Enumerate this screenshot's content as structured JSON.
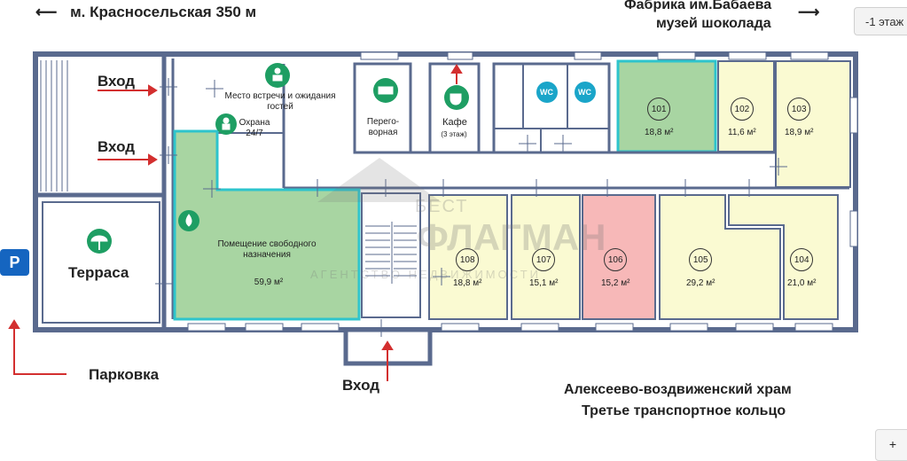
{
  "directions": {
    "top_left": "м. Красносельская 350 м",
    "top_right_line1": "Фабрика им.Бабаева",
    "top_right_line2": "музей шоколада",
    "bottom_right_line1": "Алексеево-воздвиженский храм",
    "bottom_right_line2": "Третье транспортное кольцо",
    "parking": "Парковка",
    "parking_badge": "P"
  },
  "entrances": {
    "entrance_1": "Вход",
    "entrance_2": "Вход",
    "entrance_bottom": "Вход"
  },
  "rooms": {
    "terrace": "Терраса",
    "meeting_point": "Место встречи и ожидания гостей",
    "security": "Охрана 24/7",
    "negotiation": "Перего- ворная",
    "cafe": "Кафе",
    "cafe_note": "(3 этаж)",
    "wc_1": "WC",
    "wc_2": "WC",
    "free_room_name": "Помещение свободного назначения",
    "free_room_area": "59,9 м²"
  },
  "units": [
    {
      "number": "101",
      "area": "18,8 м²",
      "status": "available"
    },
    {
      "number": "102",
      "area": "11,6 м²",
      "status": "rented"
    },
    {
      "number": "103",
      "area": "18,9 м²",
      "status": "rented"
    },
    {
      "number": "104",
      "area": "21,0 м²",
      "status": "rented"
    },
    {
      "number": "105",
      "area": "29,2 м²",
      "status": "rented"
    },
    {
      "number": "106",
      "area": "15,2 м²",
      "status": "reserved"
    },
    {
      "number": "107",
      "area": "15,1 м²",
      "status": "rented"
    },
    {
      "number": "108",
      "area": "18,8 м²",
      "status": "rented"
    }
  ],
  "watermark": {
    "line1": "БЕСТ",
    "line2": "ФЛАГМАН",
    "line3": "АГЕНТСТВО НЕДВИЖИМОСТИ"
  },
  "controls": {
    "floor_select": "-1 этаж",
    "zoom_in": "+"
  },
  "colors": {
    "available": "#a8d5a2",
    "rented": "#fafad2",
    "reserved": "#f7b8b8",
    "wall": "#5a6a8e",
    "accent": "#1e9e63",
    "arrow": "#d32f2f",
    "highlight_border": "#2ec4cc"
  }
}
